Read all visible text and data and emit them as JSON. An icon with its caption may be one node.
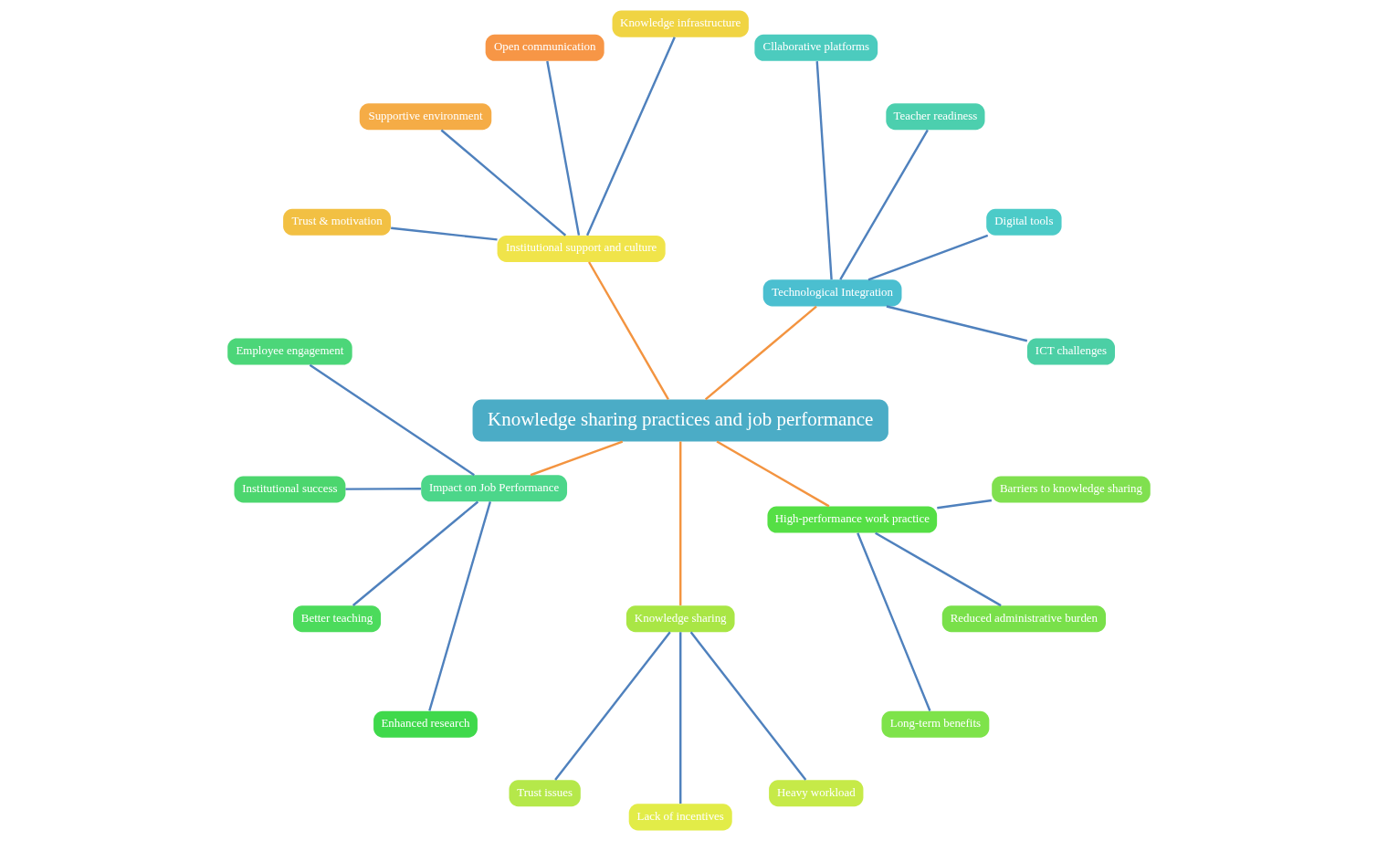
{
  "diagram": {
    "nodes": [
      {
        "text": [
          "Knowledge sharing practices and job performance"
        ]
      },
      {
        "text": [
          "Technological Integration"
        ]
      },
      {
        "text": [
          "ICT challenges"
        ]
      },
      {
        "text": [
          "Digital tools"
        ]
      },
      {
        "text": [
          "Teacher readiness"
        ]
      },
      {
        "text": [
          "Cllaborative platforms"
        ]
      },
      {
        "text": [
          "Institutional support and culture"
        ]
      },
      {
        "text": [
          "Knowledge infrastructure"
        ]
      },
      {
        "text": [
          "Open communication"
        ]
      },
      {
        "text": [
          "Supportive environment"
        ]
      },
      {
        "text": [
          "Trust & motivation"
        ]
      },
      {
        "text": [
          "Impact on Job Performance"
        ]
      },
      {
        "text": [
          "Employee engagement"
        ]
      },
      {
        "text": [
          "Institutional success"
        ]
      },
      {
        "text": [
          "Better teaching"
        ]
      },
      {
        "text": [
          "Enhanced research"
        ]
      },
      {
        "text": [
          "Knowledge sharing"
        ]
      },
      {
        "text": [
          "Trust issues"
        ]
      },
      {
        "text": [
          "Lack of incentives"
        ]
      },
      {
        "text": [
          "Heavy workload"
        ]
      },
      {
        "text": [
          "High-performance work practice"
        ]
      },
      {
        "text": [
          "Long-term benefits"
        ]
      },
      {
        "text": [
          "Reduced administrative burden"
        ]
      },
      {
        "text": [
          "Barriers to knowledge sharing"
        ]
      }
    ],
    "edges": [
      {
        "from": 0,
        "to": 1,
        "arrow": "none",
        "color": "#f39440"
      },
      {
        "from": 1,
        "to": 2,
        "arrow": "none"
      },
      {
        "from": 1,
        "to": 3,
        "arrow": "none"
      },
      {
        "from": 1,
        "to": 4,
        "arrow": "none"
      },
      {
        "from": 1,
        "to": 5,
        "arrow": "none"
      },
      {
        "from": 0,
        "to": 6,
        "arrow": "none",
        "color": "#f39440"
      },
      {
        "from": 6,
        "to": 7,
        "arrow": "none"
      },
      {
        "from": 6,
        "to": 8,
        "arrow": "none"
      },
      {
        "from": 6,
        "to": 9,
        "arrow": "none"
      },
      {
        "from": 6,
        "to": 10,
        "arrow": "none"
      },
      {
        "from": 0,
        "to": 11,
        "arrow": "none",
        "color": "#f39440"
      },
      {
        "from": 11,
        "to": 12,
        "arrow": "none"
      },
      {
        "from": 11,
        "to": 13,
        "arrow": "none"
      },
      {
        "from": 11,
        "to": 14,
        "arrow": "none"
      },
      {
        "from": 11,
        "to": 15,
        "arrow": "none"
      },
      {
        "from": 0,
        "to": 16,
        "arrow": "none",
        "color": "#f39440"
      },
      {
        "from": 16,
        "to": 17,
        "arrow": "none"
      },
      {
        "from": 16,
        "to": 18,
        "arrow": "none"
      },
      {
        "from": 16,
        "to": 19,
        "arrow": "none"
      },
      {
        "from": 0,
        "to": 20,
        "arrow": "none",
        "color": "#f39440"
      },
      {
        "from": 20,
        "to": 21,
        "arrow": "none"
      },
      {
        "from": 20,
        "to": 22,
        "arrow": "none"
      },
      {
        "from": 20,
        "to": 23,
        "arrow": "none"
      }
    ]
  }
}
